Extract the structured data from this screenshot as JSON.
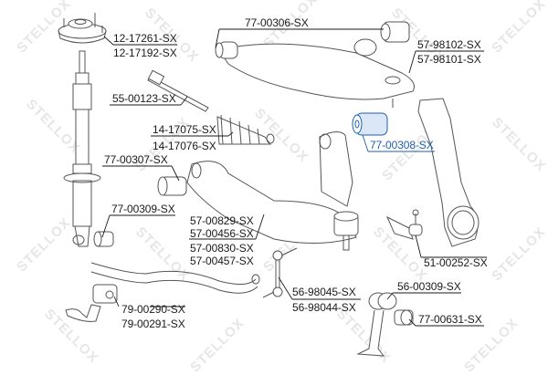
{
  "watermark": {
    "text": "STELLOX"
  },
  "colors": {
    "line": "#1a1a1a",
    "part_stroke": "#555555",
    "highlight": "#1f5fb0",
    "highlight_fill": "#dbe7f7",
    "watermark": "#e6e6e6"
  },
  "labels": {
    "strut_mount": {
      "primary": "12-17261-SX",
      "secondary": "12-17192-SX"
    },
    "tie_rod_inner": {
      "primary": "55-00123-SX"
    },
    "upper_arm_bushing": {
      "primary": "77-00306-SX"
    },
    "upper_arm": {
      "primary": "57-98102-SX",
      "secondary": "57-98101-SX"
    },
    "steering_boot": {
      "primary": "14-17075-SX",
      "secondary": "14-17076-SX"
    },
    "lower_arm_bushing_front": {
      "primary": "77-00307-SX"
    },
    "lower_arm_bushing_rear": {
      "primary": "77-00308-SX",
      "highlighted": true
    },
    "shock_bushing": {
      "primary": "77-00309-SX"
    },
    "lower_arm_a": {
      "primary": "57-00829-SX",
      "secondary": "57-00456-SX"
    },
    "lower_arm_b": {
      "primary": "57-00830-SX",
      "secondary": "57-00457-SX"
    },
    "tie_rod_end": {
      "primary": "51-00252-SX"
    },
    "stabilizer_link": {
      "primary": "56-98045-SX",
      "secondary": "56-98044-SX"
    },
    "stabilizer_bushing": {
      "primary": "79-00290-SX",
      "secondary": "79-00291-SX"
    },
    "link_bushing_upper": {
      "primary": "56-00309-SX"
    },
    "link_bushing_lower": {
      "primary": "77-00631-SX"
    }
  }
}
